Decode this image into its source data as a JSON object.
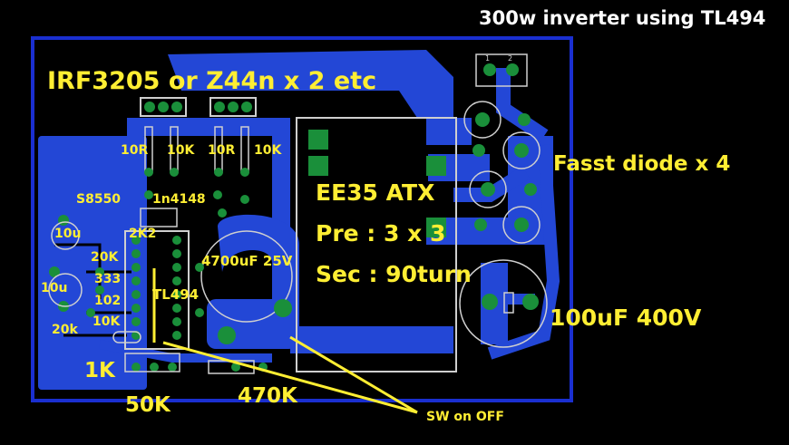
{
  "title": "300w inverter using TL494",
  "labels": {
    "mosfet": "IRF3205 or Z44n x 2 etc",
    "r10r_a": "10R",
    "r10k_a": "10K",
    "r10r_b": "10R",
    "r10k_b": "10K",
    "s8550": "S8550",
    "n4148": "1n4148",
    "c10u_a": "10u",
    "r2k2": "2K2",
    "r20k": "20K",
    "c333": "333",
    "c10u_b": "10u",
    "c102": "102",
    "r10k_c": "10K",
    "r20k_b": "20k",
    "tl494": "TL494",
    "r1k": "1K",
    "pot50k": "50K",
    "r470k": "470K",
    "cap4700": "4700uF 25V",
    "transformer": "EE35 ATX",
    "primary": "Pre : 3 x 3",
    "secondary": "Sec : 90turn",
    "diode": "Fasst diode x 4",
    "cap100": "100uF 400V",
    "switch": "SW on OFF",
    "conn_pin1": "1",
    "conn_pin2": "2"
  },
  "colors": {
    "board_outline": "#1a2fd0",
    "copper": "#2347d6",
    "pad": "#1a8f3a",
    "silkscreen": "#d8d8d8",
    "annotation": "#ffee33"
  }
}
